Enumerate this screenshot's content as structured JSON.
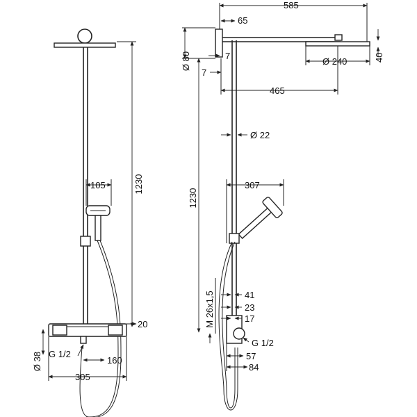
{
  "diagram": {
    "front_view": {
      "head_dim": "105",
      "height_dim": "1230",
      "thermostat_top_dim": "20",
      "pipe_dia_dim": "Ø 38",
      "connection_dim": "G 1/2",
      "spacing_dim": "160",
      "width_dim": "305"
    },
    "side_view": {
      "arm_length_dim": "585",
      "wall_bracket_dim": "65",
      "bracket_dia_dim": "Ø 80",
      "gap_dim_a": "7",
      "gap_dim_b": "7",
      "head_dia_dim": "Ø 240",
      "head_height_dim": "40",
      "arm_reach_dim": "465",
      "rod_dia_dim": "Ø 22",
      "height_dim": "1230",
      "hand_shower_dim": "307",
      "thread_dim": "M 26x1,5",
      "dim_41": "41",
      "dim_23": "23",
      "dim_17": "17",
      "connection_dim": "G 1/2",
      "dim_57": "57",
      "dim_84": "84"
    }
  }
}
